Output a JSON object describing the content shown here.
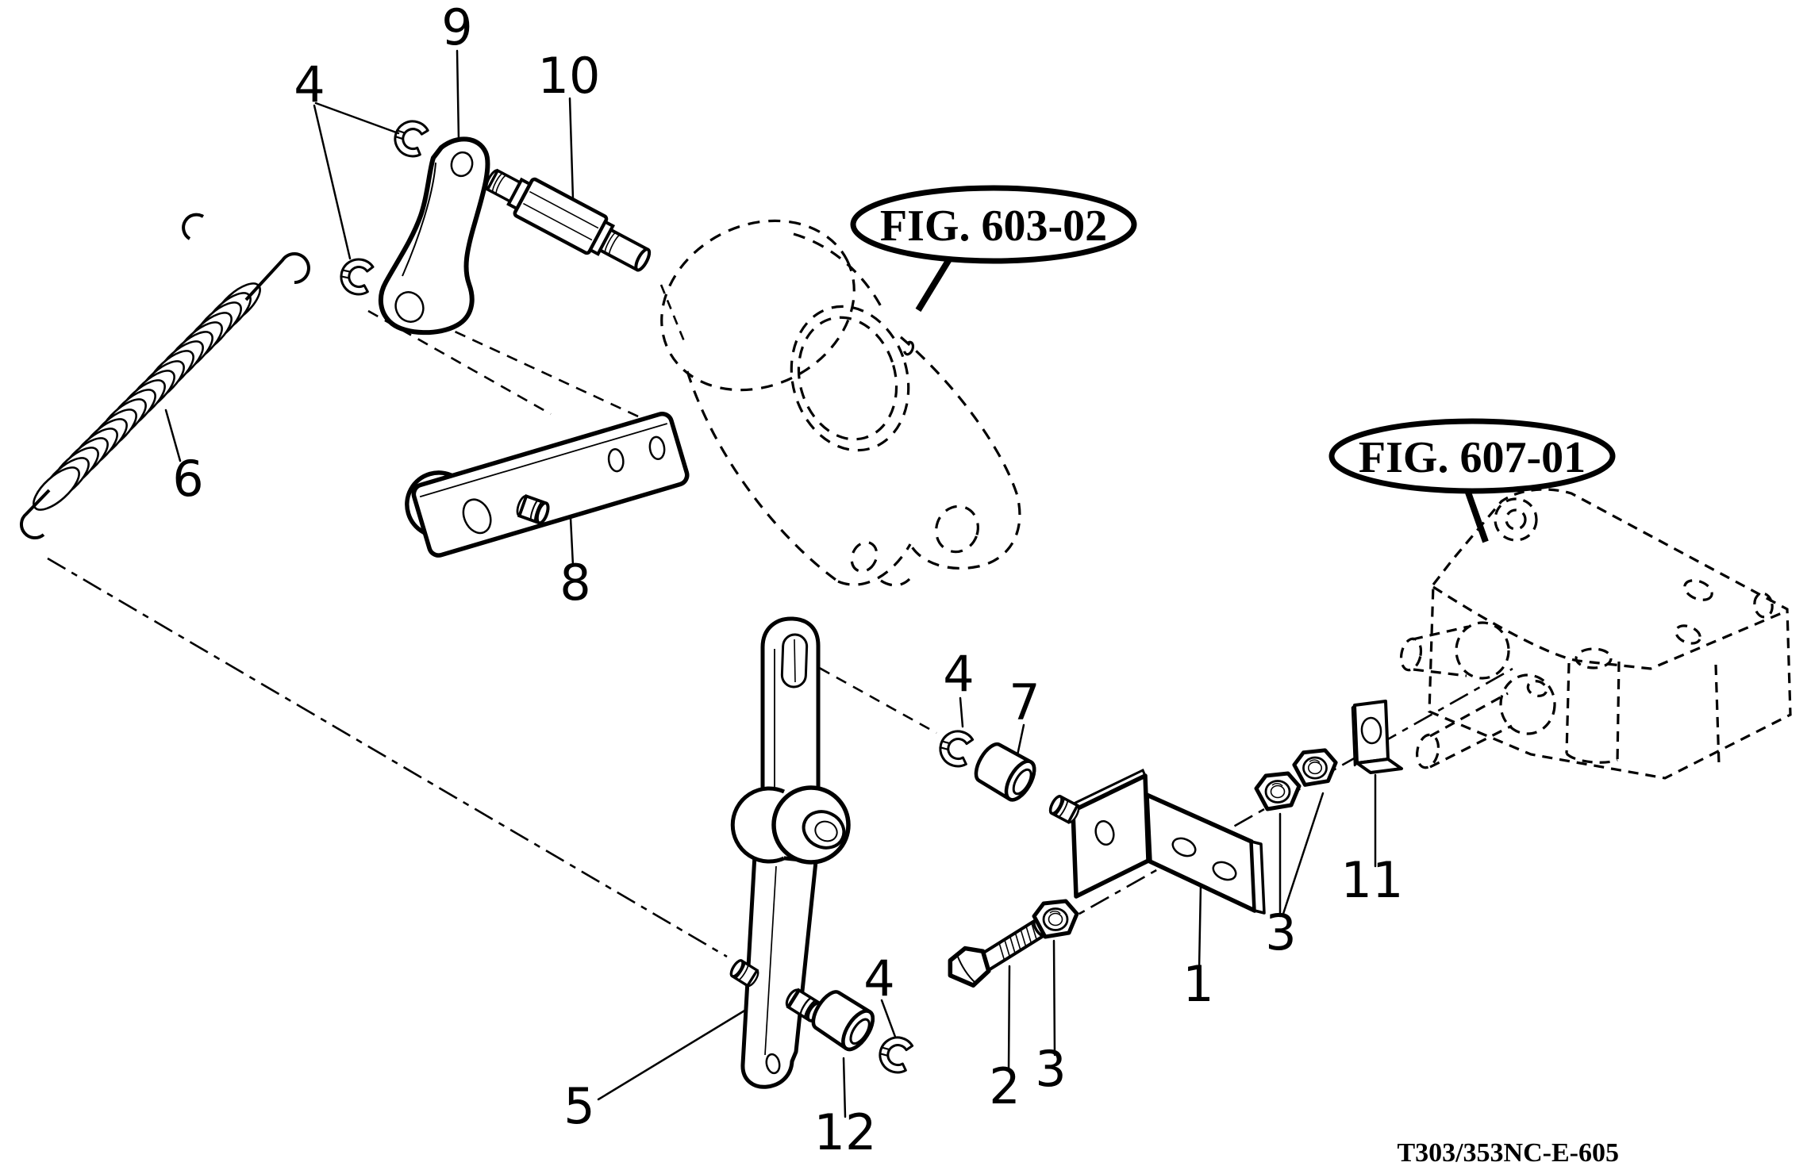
{
  "drawing": {
    "code": "T303/353NC-E-605",
    "background": "#ffffff",
    "line_color": "#000000"
  },
  "figure_references": [
    {
      "label": "FIG. 603-02"
    },
    {
      "label": "FIG. 607-01"
    }
  ],
  "callouts": [
    {
      "number": "9"
    },
    {
      "number": "4"
    },
    {
      "number": "10"
    },
    {
      "number": "6"
    },
    {
      "number": "8"
    },
    {
      "number": "5"
    },
    {
      "number": "12"
    },
    {
      "number": "4"
    },
    {
      "number": "7"
    },
    {
      "number": "4"
    },
    {
      "number": "2"
    },
    {
      "number": "3"
    },
    {
      "number": "1"
    },
    {
      "number": "3"
    },
    {
      "number": "11"
    }
  ]
}
